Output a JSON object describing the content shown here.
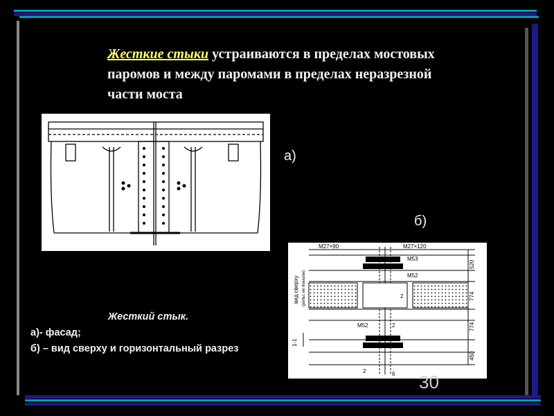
{
  "heading": {
    "highlight": "Жесткие стыки",
    "rest": " устраиваются в пределах мостовых паромов и между паромами в пределах неразрезной части моста"
  },
  "labels": {
    "a": "а)",
    "b": "б)"
  },
  "caption": {
    "title": "Жесткий стык.",
    "line1": "а)- фасад;",
    "line2": "б) – вид сверху и горизонтальный разрез"
  },
  "page_number": "30",
  "drawing_b": {
    "dims": [
      "М27×90",
      "М27×120",
      "М53",
      "М52",
      "М52",
      "2",
      "2",
      "2",
      "6"
    ],
    "side_text": "вид сверху",
    "side_text2": "(рельс не показан)",
    "dim_numbers": [
      "520",
      "774",
      "774",
      "450"
    ],
    "section": "1-1"
  },
  "colors": {
    "top_bar": "#1a1a8a",
    "accent_bar": "#00a0b0",
    "highlight": "#ffff66"
  }
}
